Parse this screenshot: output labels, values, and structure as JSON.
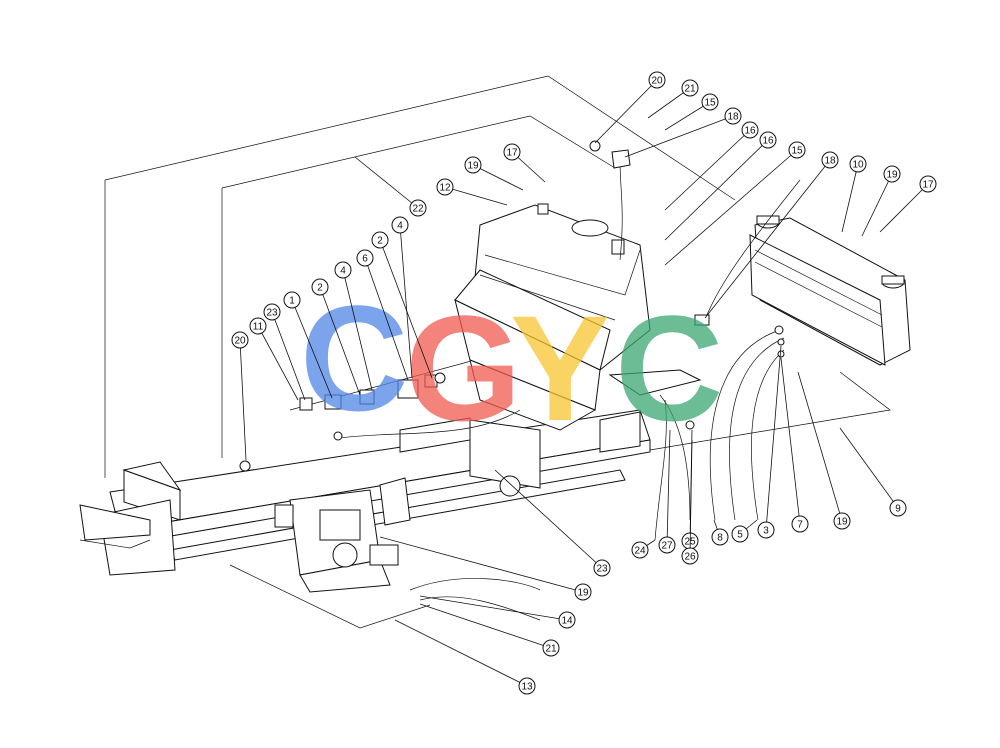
{
  "watermark": {
    "letters": [
      {
        "char": "C",
        "color": "#4f86e6"
      },
      {
        "char": "G",
        "color": "#ef5a4f"
      },
      {
        "char": "Y",
        "color": "#f7c531"
      },
      {
        "char": "C",
        "color": "#3ba772"
      }
    ]
  },
  "callouts": [
    "20",
    "21",
    "15",
    "18",
    "16",
    "16",
    "15",
    "18",
    "10",
    "19",
    "17",
    "22",
    "17",
    "19",
    "12",
    "4",
    "2",
    "6",
    "4",
    "2",
    "1",
    "23",
    "11",
    "20",
    "9",
    "19",
    "7",
    "3",
    "5",
    "8",
    "25",
    "26",
    "27",
    "24",
    "23",
    "19",
    "14",
    "21",
    "13"
  ]
}
